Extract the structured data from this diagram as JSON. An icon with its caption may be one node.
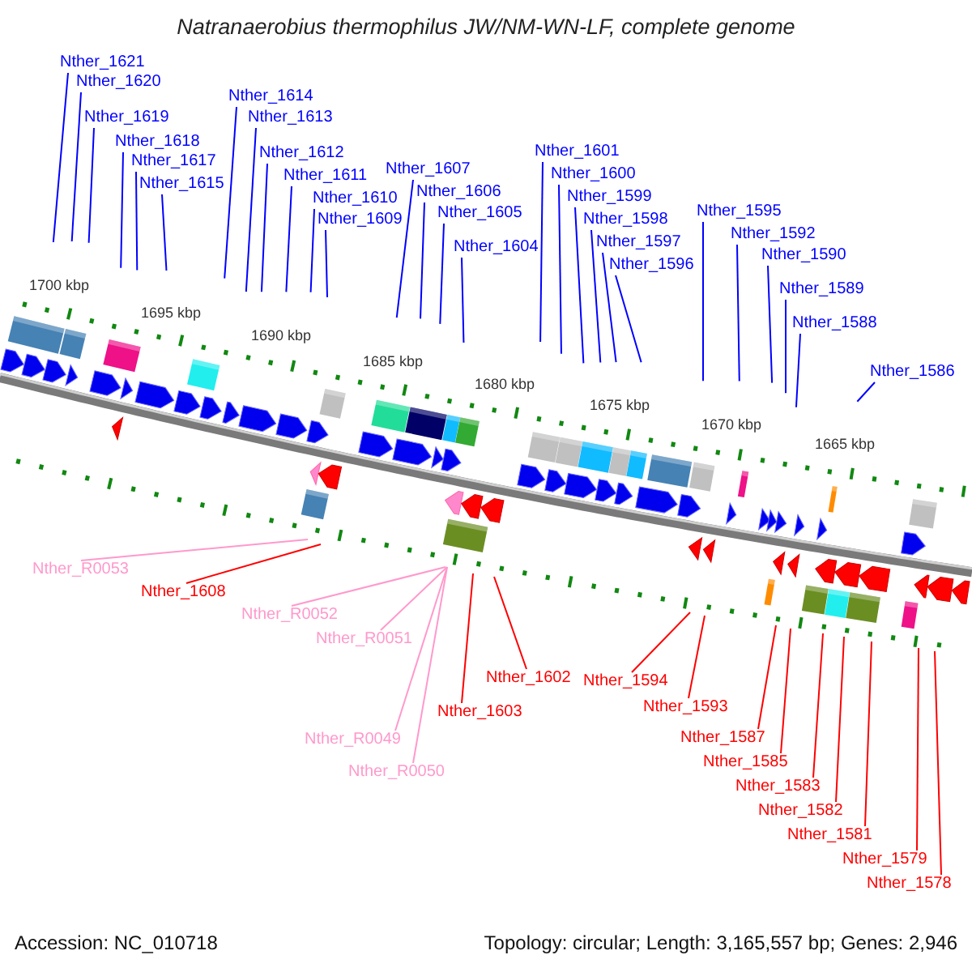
{
  "diagram": {
    "title": "Natranaerobius thermophilus JW/NM-WN-LF, complete genome",
    "nodes": [
      {
        "text": [
          "Nther_1621"
        ]
      },
      {
        "text": [
          "Nther_1620"
        ]
      },
      {
        "text": [
          "Nther_1619"
        ]
      },
      {
        "text": [
          "Nther_1618"
        ]
      },
      {
        "text": [
          "Nther_1617"
        ]
      },
      {
        "text": [
          "Nther_1615"
        ]
      },
      {
        "text": [
          "Nther_1614"
        ]
      },
      {
        "text": [
          "Nther_1613"
        ]
      },
      {
        "text": [
          "Nther_1612"
        ]
      },
      {
        "text": [
          "Nther_1611"
        ]
      },
      {
        "text": [
          "Nther_1610"
        ]
      },
      {
        "text": [
          "Nther_1609"
        ]
      },
      {
        "text": [
          "Nther_1607"
        ]
      },
      {
        "text": [
          "Nther_1606"
        ]
      },
      {
        "text": [
          "Nther_1605"
        ]
      },
      {
        "text": [
          "Nther_1604"
        ]
      },
      {
        "text": [
          "Nther_1601"
        ]
      },
      {
        "text": [
          "Nther_1600"
        ]
      },
      {
        "text": [
          "Nther_1599"
        ]
      },
      {
        "text": [
          "Nther_1598"
        ]
      },
      {
        "text": [
          "Nther_1597"
        ]
      },
      {
        "text": [
          "Nther_1596"
        ]
      },
      {
        "text": [
          "Nther_1595"
        ]
      },
      {
        "text": [
          "Nther_1592"
        ]
      },
      {
        "text": [
          "Nther_1590"
        ]
      },
      {
        "text": [
          "Nther_1589"
        ]
      },
      {
        "text": [
          "Nther_1588"
        ]
      },
      {
        "text": [
          "Nther_1586"
        ]
      },
      {
        "text": [
          "Nther_R0053"
        ]
      },
      {
        "text": [
          "Nther_1608"
        ]
      },
      {
        "text": [
          "Nther_R0052"
        ]
      },
      {
        "text": [
          "Nther_R0051"
        ]
      },
      {
        "text": [
          "Nther_R0049"
        ]
      },
      {
        "text": [
          "Nther_R0050"
        ]
      },
      {
        "text": [
          "Nther_1603"
        ]
      },
      {
        "text": [
          "Nther_1602"
        ]
      },
      {
        "text": [
          "Nther_1594"
        ]
      },
      {
        "text": [
          "Nther_1593"
        ]
      },
      {
        "text": [
          "Nther_1587"
        ]
      },
      {
        "text": [
          "Nther_1585"
        ]
      },
      {
        "text": [
          "Nther_1583"
        ]
      },
      {
        "text": [
          "Nther_1582"
        ]
      },
      {
        "text": [
          "Nther_1581"
        ]
      },
      {
        "text": [
          "Nther_1579"
        ]
      },
      {
        "text": [
          "Nther_1578"
        ]
      }
    ],
    "edges": [
      {
        "from": 0,
        "to": null,
        "arrow": "none"
      },
      {
        "from": 1,
        "to": null,
        "arrow": "none"
      },
      {
        "from": 2,
        "to": null,
        "arrow": "none"
      },
      {
        "from": 3,
        "to": null,
        "arrow": "none"
      },
      {
        "from": 4,
        "to": null,
        "arrow": "none"
      },
      {
        "from": 5,
        "to": null,
        "arrow": "none"
      },
      {
        "from": 6,
        "to": null,
        "arrow": "none"
      },
      {
        "from": 7,
        "to": null,
        "arrow": "none"
      },
      {
        "from": 8,
        "to": null,
        "arrow": "none"
      },
      {
        "from": 9,
        "to": null,
        "arrow": "none"
      },
      {
        "from": 10,
        "to": null,
        "arrow": "none"
      },
      {
        "from": 11,
        "to": null,
        "arrow": "none"
      },
      {
        "from": 12,
        "to": null,
        "arrow": "none"
      },
      {
        "from": 13,
        "to": null,
        "arrow": "none"
      },
      {
        "from": 14,
        "to": null,
        "arrow": "none"
      },
      {
        "from": 15,
        "to": null,
        "arrow": "none"
      },
      {
        "from": 16,
        "to": null,
        "arrow": "none"
      },
      {
        "from": 17,
        "to": null,
        "arrow": "none"
      },
      {
        "from": 18,
        "to": null,
        "arrow": "none"
      },
      {
        "from": 19,
        "to": null,
        "arrow": "none"
      },
      {
        "from": 20,
        "to": null,
        "arrow": "none"
      },
      {
        "from": 21,
        "to": null,
        "arrow": "none"
      },
      {
        "from": 22,
        "to": null,
        "arrow": "none"
      },
      {
        "from": 23,
        "to": null,
        "arrow": "none"
      },
      {
        "from": 24,
        "to": null,
        "arrow": "none"
      },
      {
        "from": 25,
        "to": null,
        "arrow": "none"
      },
      {
        "from": 26,
        "to": null,
        "arrow": "none"
      },
      {
        "from": 27,
        "to": null,
        "arrow": "none"
      },
      {
        "from": 28,
        "to": null,
        "arrow": "none",
        "color": "#ff99cc"
      },
      {
        "from": 29,
        "to": null,
        "arrow": "none",
        "color": "#ff0000"
      },
      {
        "from": 30,
        "to": null,
        "arrow": "none",
        "color": "#ff99cc"
      },
      {
        "from": 31,
        "to": null,
        "arrow": "none",
        "color": "#ff99cc"
      },
      {
        "from": 32,
        "to": null,
        "arrow": "none",
        "color": "#ff99cc"
      },
      {
        "from": 33,
        "to": null,
        "arrow": "none",
        "color": "#ff99cc"
      },
      {
        "from": 34,
        "to": null,
        "arrow": "none",
        "color": "#ff0000"
      },
      {
        "from": 35,
        "to": null,
        "arrow": "none",
        "color": "#ff0000"
      },
      {
        "from": 36,
        "to": null,
        "arrow": "none",
        "color": "#ff0000"
      },
      {
        "from": 37,
        "to": null,
        "arrow": "none",
        "color": "#ff0000"
      },
      {
        "from": 38,
        "to": null,
        "arrow": "none",
        "color": "#ff0000"
      },
      {
        "from": 39,
        "to": null,
        "arrow": "none",
        "color": "#ff0000"
      },
      {
        "from": 40,
        "to": null,
        "arrow": "none",
        "color": "#ff0000"
      },
      {
        "from": 41,
        "to": null,
        "arrow": "none",
        "color": "#ff0000"
      },
      {
        "from": 42,
        "to": null,
        "arrow": "none",
        "color": "#ff0000"
      },
      {
        "from": 43,
        "to": null,
        "arrow": "none",
        "color": "#ff0000"
      },
      {
        "from": 44,
        "to": null,
        "arrow": "none",
        "color": "#ff0000"
      }
    ],
    "labels": [
      "1700 kbp",
      "1695 kbp",
      "1690 kbp",
      "1685 kbp",
      "1680 kbp",
      "1675 kbp",
      "1670 kbp",
      "1665 kbp",
      "Accession: NC_010718",
      "Topology: circular; Length: 3,165,557 bp; Genes: 2,946"
    ]
  }
}
